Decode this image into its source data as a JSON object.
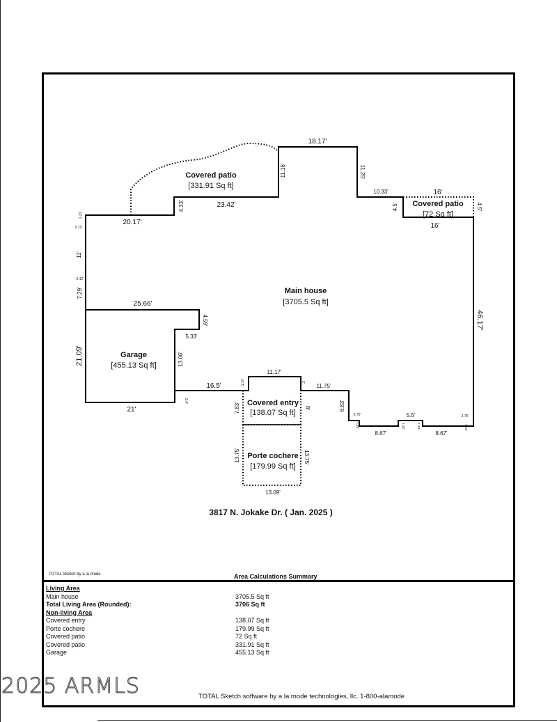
{
  "title": "3817 N. Jokake Dr. ( Jan. 2025 )",
  "rooms": {
    "main_house": {
      "name": "Main house",
      "area": "[3705.5 Sq ft]"
    },
    "garage": {
      "name": "Garage",
      "area": "[455.13 Sq ft]"
    },
    "covered_patio_1": {
      "name": "Covered patio",
      "area": "[331.91 Sq ft]"
    },
    "covered_patio_2": {
      "name": "Covered patio",
      "area": "[72 Sq ft]"
    },
    "covered_entry": {
      "name": "Covered entry",
      "area": "[138.07 Sq ft]"
    },
    "porte_cochere": {
      "name": "Porte cochere",
      "area": "[179.99 Sq ft]"
    }
  },
  "dimensions": {
    "d1817": "18.17'",
    "d1116": "11.16'",
    "d1125": "11.25'",
    "d1033": "10.33'",
    "d16a": "16'",
    "d16b": "16'",
    "d45a": "4.5'",
    "d45b": "4.5'",
    "d2342": "23.42'",
    "d433": "4.33'",
    "d2017": "20.17'",
    "d121": "1.21'",
    "d012a": "0.12'",
    "d11": "11'",
    "d012b": "0.12'",
    "d729": "7.29'",
    "d2566": "25.66'",
    "d459": "4.59'",
    "d533": "5.33'",
    "d1366": "13.66'",
    "d2109": "21.09'",
    "d21": "21'",
    "d165": "16.5'",
    "d1117": "11.17'",
    "d1175": "11.75'",
    "d4617": "46.17'",
    "d683": "6.83'",
    "d867a": "8.67'",
    "d867b": "8.67'",
    "d55": "5.5'",
    "d275a": "2.75'",
    "d275b": "2.75'",
    "d783": "7.83'",
    "d8": "8'",
    "d1375a": "13.75'",
    "d1375b": "13.75'",
    "d1309": "13.09'",
    "d117": "1.17'",
    "d2a": "2'",
    "d24": "2.4'",
    "d133a": "1.33'",
    "d133b": "1.33'",
    "d133c": "1.33'",
    "d133d": "1.33'"
  },
  "summary": {
    "sketch_credit": "TOTAL Sketch by a la mode",
    "heading": "Area Calculations Summary",
    "living_area_label": "Living Area",
    "rows_living": [
      {
        "label": "Main house",
        "value": "3705.5 Sq ft"
      }
    ],
    "total_label": "Total Living Area (Rounded):",
    "total_value": "3706 Sq ft",
    "non_living_label": "Non-living Area",
    "rows_non_living": [
      {
        "label": "Covered entry",
        "value": "138.07 Sq ft"
      },
      {
        "label": "Porte cochere",
        "value": "179.99 Sq ft"
      },
      {
        "label": "Covered patio",
        "value": "72 Sq ft"
      },
      {
        "label": "Covered patio",
        "value": "331.91 Sq ft"
      },
      {
        "label": "Garage",
        "value": "455.13 Sq ft"
      }
    ]
  },
  "footer": "TOTAL Sketch software by a la mode technologies, llc. 1-800-alamode",
  "watermark": "2025 ARMLS",
  "colors": {
    "line": "#000000",
    "background": "#ffffff"
  }
}
